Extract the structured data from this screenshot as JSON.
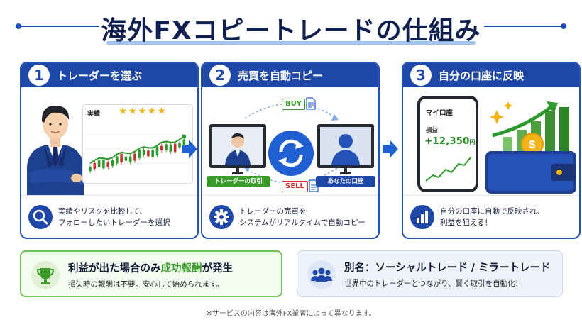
{
  "title": "海外FXコピートレードの仕組み",
  "steps": [
    {
      "num": "1",
      "title": "トレーダーを選ぶ",
      "card_label": "実績",
      "stars": "★★★★★",
      "desc": [
        "実績やリスクを比較して、",
        "フォローしたいトレーダーを選択"
      ],
      "icon": "search-icon"
    },
    {
      "num": "2",
      "title": "売買を自動コピー",
      "buy_tag": "BUY",
      "sell_tag": "SELL",
      "left_label": "トレーダーの取引",
      "right_label": "あなたの口座",
      "desc": [
        "トレーダーの売買を",
        "システムがリアルタイムで自動コピー"
      ],
      "icon": "gear-icon"
    },
    {
      "num": "3",
      "title": "自分の口座に反映",
      "phone_title": "マイ口座",
      "phone_sub": "損益",
      "phone_value": "+12,350",
      "phone_unit": "円",
      "desc": [
        "自分の口座に自動で反映され、",
        "利益を狙える！"
      ],
      "icon": "bar-chart-icon"
    }
  ],
  "bottom_left": {
    "title_pre": "利益が出た場合のみ",
    "title_hl": "成功報酬",
    "title_post": "が発生",
    "sub": "損失時の報酬は不要。安心して始められます。",
    "icon": "trophy-icon"
  },
  "bottom_right": {
    "title": "別名：ソーシャルトレード / ミラートレード",
    "sub": "世界中のトレーダーとつながり、賢く取引を自動化！",
    "icon": "group-icon"
  },
  "footnote": "※サービスの内容は海外FX業者によって異なります。",
  "colors": {
    "primary": "#1f47a8",
    "accent_green": "#3a9a2a",
    "sell_red": "#d03030",
    "star": "#f3b418"
  }
}
